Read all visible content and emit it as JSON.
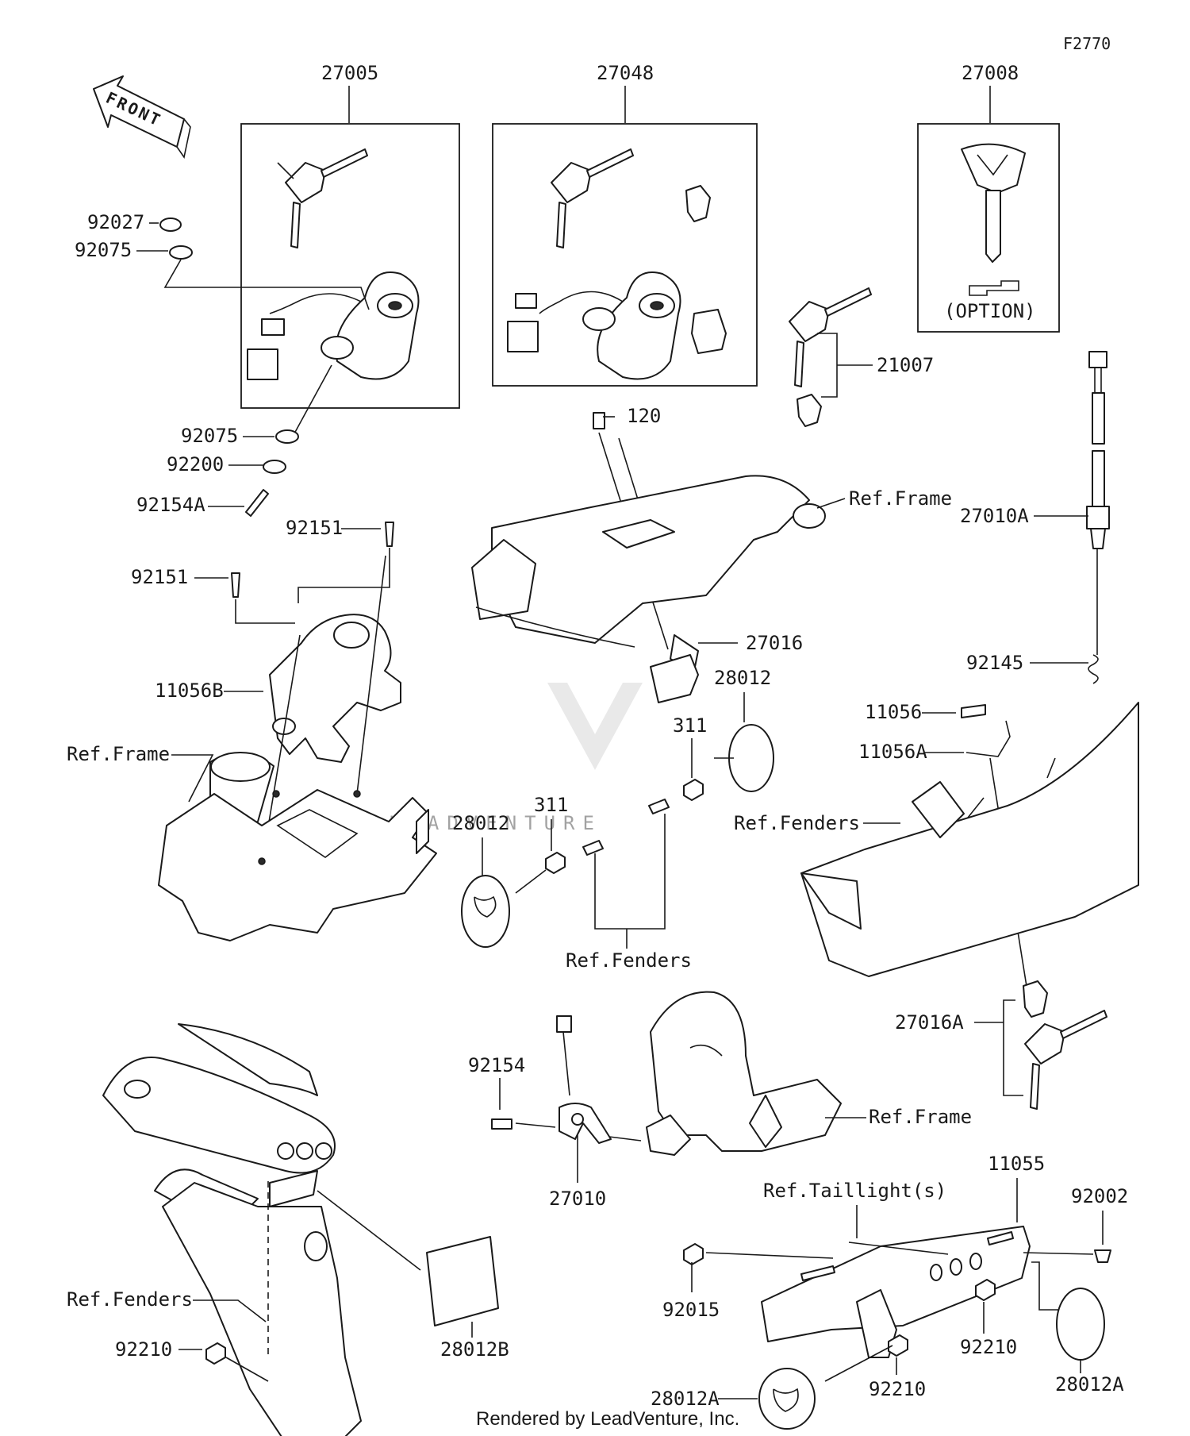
{
  "diagram": {
    "code": "F2770",
    "direction_label": "FRONT",
    "credit": "Rendered by LeadVenture, Inc.",
    "watermark": "LEADVENTURE",
    "labels": {
      "p27005": "27005",
      "p27048": "27048",
      "p27008": "27008",
      "option": "(OPTION)",
      "p92027": "92027",
      "p92075_top": "92075",
      "p92075_bottom": "92075",
      "p92200": "92200",
      "p92154A": "92154A",
      "p92151_right": "92151",
      "p92151_left": "92151",
      "p11056B": "11056B",
      "ref_frame_left": "Ref.Frame",
      "p120": "120",
      "ref_frame_top": "Ref.Frame",
      "p21007": "21007",
      "p27010A": "27010A",
      "p92145": "92145",
      "p27016": "27016",
      "p28012_top": "28012",
      "p311_top": "311",
      "p311_mid": "311",
      "p28012_mid": "28012",
      "ref_fenders_mid": "Ref.Fenders",
      "p11056": "11056",
      "p11056A": "11056A",
      "ref_fenders_right": "Ref.Fenders",
      "p27016A": "27016A",
      "p92154": "92154",
      "p27010": "27010",
      "ref_frame_bottom": "Ref.Frame",
      "p11055": "11055",
      "ref_taillight": "Ref.Taillight(s)",
      "p92002": "92002",
      "p92015": "92015",
      "p92210_right": "92210",
      "p28012A_right": "28012A",
      "p92210_mid": "92210",
      "p28012A_left": "28012A",
      "ref_fenders_bottom": "Ref.Fenders",
      "p92210_left": "92210",
      "p28012B": "28012B"
    }
  }
}
